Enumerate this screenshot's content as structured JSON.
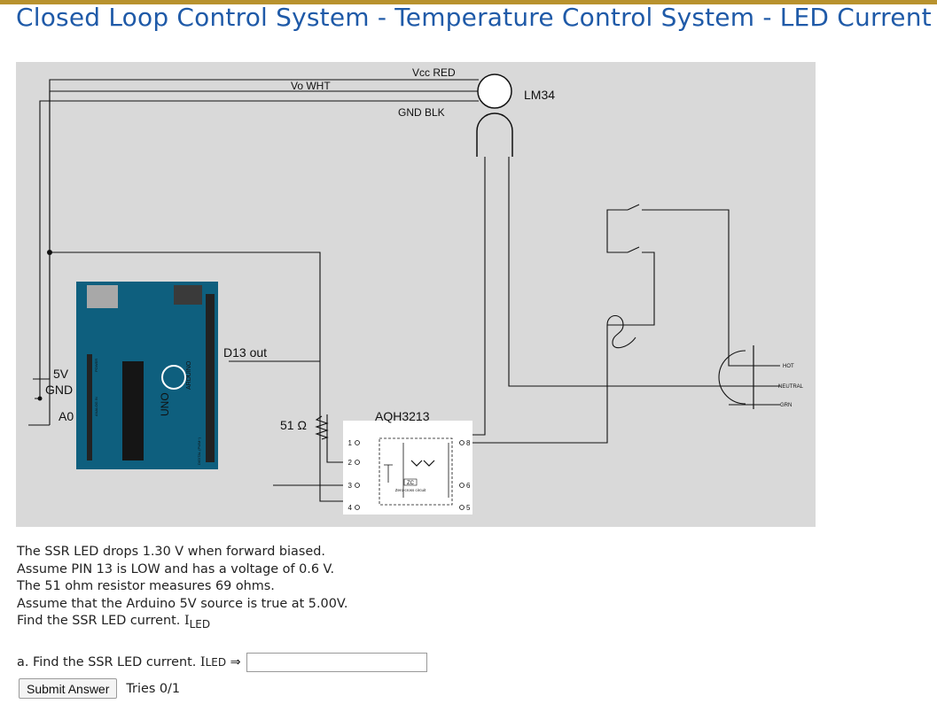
{
  "colors": {
    "title": "#1f5aa8",
    "accent_bar": "#b8922e",
    "diagram_bg": "#d9d9d9"
  },
  "page": {
    "title": "Closed Loop Control System - Temperature Control System - LED Current"
  },
  "diagram": {
    "vcc_label": "Vcc RED",
    "vo_label": "Vo WHT",
    "gnd_label": "GND BLK",
    "sensor_label": "LM34",
    "pin_5v": "5V",
    "pin_gnd": "GND",
    "pin_a0": "A0",
    "d13_label": "D13 out",
    "resistor_label": "51 Ω",
    "ssr_label": "AQH3213",
    "ssr_pins": [
      "1",
      "2",
      "3",
      "4",
      "8",
      "6",
      "5"
    ],
    "zc_label": "ZC",
    "zero_cross_label": "Zero-cross circuit",
    "plug_labels": [
      "HOT",
      "NEUTRAL",
      "GRN"
    ],
    "board_text": [
      "UNO",
      "ARDUINO",
      "DIGITAL (PWM~)",
      "POWER",
      "ANALOG IN"
    ]
  },
  "problem": {
    "lines": [
      "The SSR LED drops 1.30 V when forward biased.",
      "Assume PIN 13 is LOW and has a voltage of 0.6 V.",
      "The 51 ohm resistor measures 69 ohms.",
      "Assume that the Arduino 5V source is true at 5.00V."
    ],
    "find_text": "Find the SSR LED current.",
    "var_I": "I",
    "var_sub": "LED"
  },
  "question": {
    "label": "a. Find the SSR LED current.",
    "var_I": "I",
    "var_sub": "LED",
    "arrow": "⇒",
    "input_value": "",
    "input_placeholder": ""
  },
  "actions": {
    "submit_label": "Submit Answer",
    "tries_text": "Tries 0/1"
  }
}
